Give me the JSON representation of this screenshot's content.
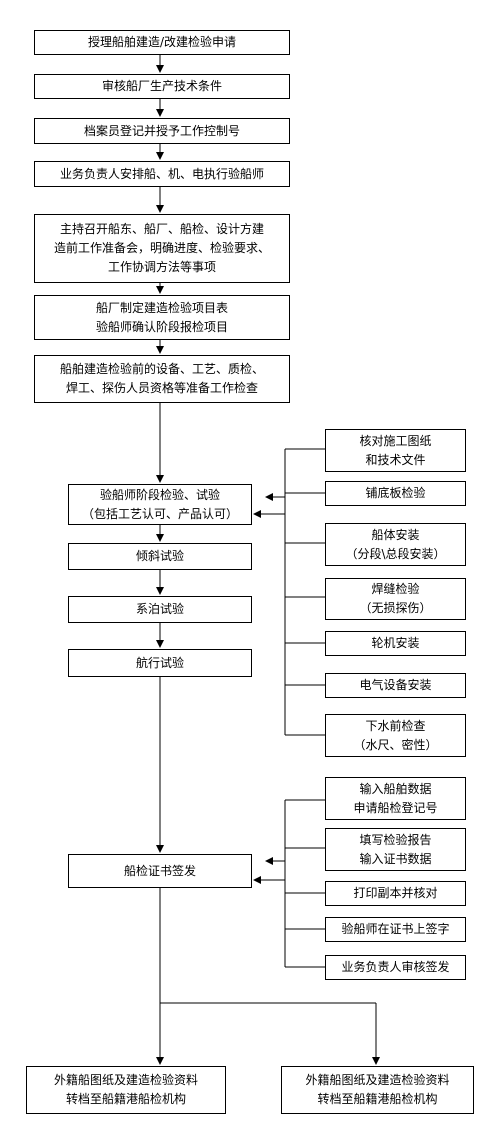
{
  "main_steps": [
    {
      "lines": [
        "授理船舶建造/改建检验申请"
      ]
    },
    {
      "lines": [
        "审核船厂生产技术条件"
      ]
    },
    {
      "lines": [
        "档案员登记并授予工作控制号"
      ]
    },
    {
      "lines": [
        "业务负责人安排船、机、电执行验船师"
      ]
    },
    {
      "lines": [
        "主持召开船东、船厂、船检、设计方建",
        "造前工作准备会，明确进度、检验要求、",
        "工作协调方法等事项"
      ]
    },
    {
      "lines": [
        "船厂制定建造检验项目表",
        "验船师确认阶段报检项目"
      ]
    },
    {
      "lines": [
        "船舶建造检验前的设备、工艺、质检、",
        "焊工、探伤人员资格等准备工作检查"
      ]
    },
    {
      "lines": [
        "验船师阶段检验、试验",
        "（包括工艺认可、产品认可）"
      ]
    },
    {
      "lines": [
        "倾斜试验"
      ]
    },
    {
      "lines": [
        "系泊试验"
      ]
    },
    {
      "lines": [
        "航行试验"
      ]
    },
    {
      "lines": [
        "船检证书签发"
      ]
    }
  ],
  "inspection_items": [
    {
      "lines": [
        "核对施工图纸",
        "和技术文件"
      ]
    },
    {
      "lines": [
        "铺底板检验"
      ]
    },
    {
      "lines": [
        "船体安装",
        "（分段\\总段安装）"
      ]
    },
    {
      "lines": [
        "焊缝检验",
        "（无损探伤）"
      ]
    },
    {
      "lines": [
        "轮机安装"
      ]
    },
    {
      "lines": [
        "电气设备安装"
      ]
    },
    {
      "lines": [
        "下水前检查",
        "（水尺、密性）"
      ]
    }
  ],
  "certificate_items": [
    {
      "lines": [
        "输入船舶数据",
        "申请船检登记号"
      ]
    },
    {
      "lines": [
        "填写检验报告",
        "输入证书数据"
      ]
    },
    {
      "lines": [
        "打印副本并核对"
      ]
    },
    {
      "lines": [
        "验船师在证书上签字"
      ]
    },
    {
      "lines": [
        "业务负责人审核签发"
      ]
    }
  ],
  "archive_outputs": [
    {
      "lines": [
        "外籍船图纸及建造检验资料",
        "转档至船籍港船检机构"
      ]
    },
    {
      "lines": [
        "外籍船图纸及建造检验资料",
        "转档至船籍港船检机构"
      ]
    }
  ]
}
